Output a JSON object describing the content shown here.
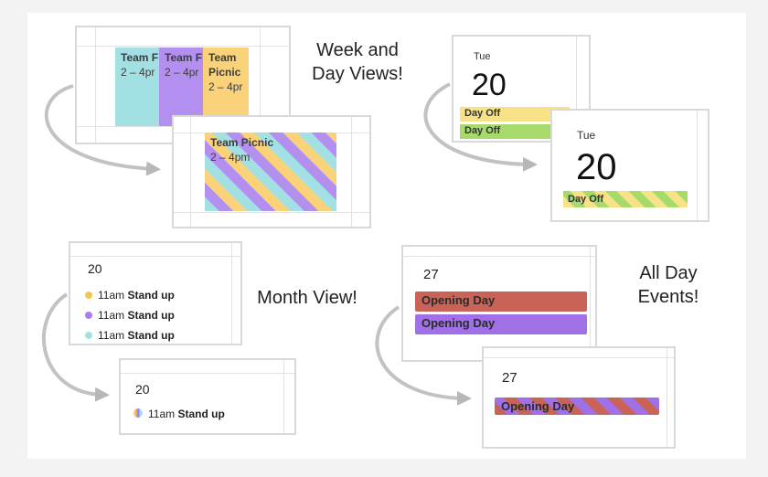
{
  "captions": {
    "week_day": [
      "Week and",
      "Day Views!"
    ],
    "month": "Month View!",
    "all_day": [
      "All Day",
      "Events!"
    ]
  },
  "week_view": {
    "events_before": [
      {
        "title": "Team F",
        "time": "2 – 4pr",
        "color": "#a3e0e4"
      },
      {
        "title": "Team F",
        "time": "2 – 4pr",
        "color": "#b38ff0"
      },
      {
        "title": "Team Picnic",
        "time": "2 – 4pr",
        "color": "#fad27a"
      }
    ],
    "event_after": {
      "title": "Team Picnic",
      "time": "2 – 4pm",
      "stripes": [
        "#a3e0e4",
        "#b38ff0",
        "#fad27a"
      ]
    }
  },
  "day_view": {
    "before": {
      "weekday": "Tue",
      "day": "20",
      "events": [
        {
          "label": "Day Off",
          "color": "#f7e287"
        },
        {
          "label": "Day Off",
          "color": "#a6db6c"
        }
      ]
    },
    "after": {
      "weekday": "Tue",
      "day": "20",
      "event": {
        "label": "Day Off",
        "stripes": [
          "#f7e287",
          "#a6db6c"
        ]
      }
    }
  },
  "month_view": {
    "before": {
      "day": "20",
      "items": [
        {
          "time": "11am",
          "title": "Stand up",
          "color": "#f5c64f"
        },
        {
          "time": "11am",
          "title": "Stand up",
          "color": "#a97cf0"
        },
        {
          "time": "11am",
          "title": "Stand up",
          "color": "#a3e0e4"
        }
      ]
    },
    "after": {
      "day": "20",
      "time": "11am",
      "title": "Stand up"
    }
  },
  "all_day_view": {
    "before": {
      "day": "27",
      "events": [
        {
          "label": "Opening Day",
          "color": "#c96358"
        },
        {
          "label": "Opening Day",
          "color": "#a070e6"
        }
      ]
    },
    "after": {
      "day": "27",
      "event": {
        "label": "Opening Day",
        "stripes": [
          "#c96358",
          "#a070e6"
        ]
      }
    }
  }
}
